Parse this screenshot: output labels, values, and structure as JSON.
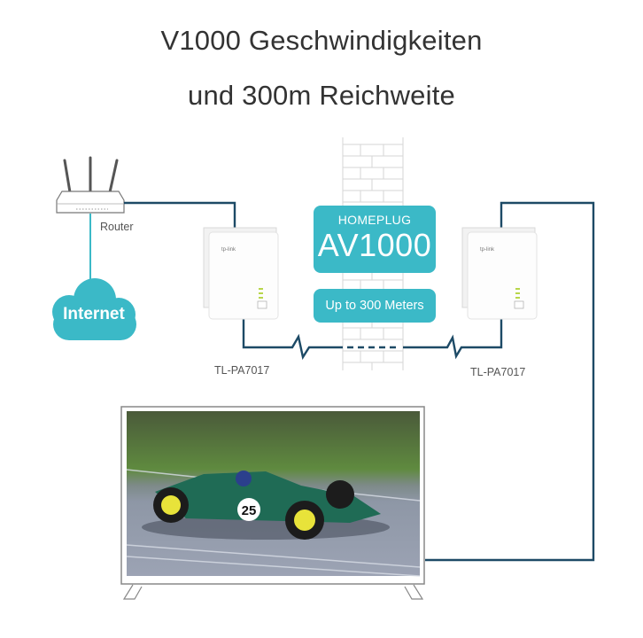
{
  "heading": {
    "line1": "V1000 Geschwindigkeiten",
    "line2": "und 300m Reichweite"
  },
  "nodes": {
    "router": {
      "label": "Router",
      "icon": "router-icon"
    },
    "internet": {
      "label": "Internet",
      "icon": "cloud-icon"
    },
    "adapter_left": {
      "label": "TL-PA7017",
      "icon": "powerline-adapter-icon"
    },
    "adapter_right": {
      "label": "TL-PA7017",
      "icon": "powerline-adapter-icon"
    },
    "tv": {
      "icon": "tv-icon",
      "screen_content": "race-car-photo",
      "car_number": "25"
    }
  },
  "badges": {
    "standard_small": "HOMEPLUG",
    "standard_big": "AV1000",
    "range": "Up to 300 Meters"
  },
  "colors": {
    "accent_teal": "#3bb9c7",
    "line_dark": "#1d4a66",
    "text_gray": "#333333",
    "wall_lines": "#d0d0d0"
  }
}
